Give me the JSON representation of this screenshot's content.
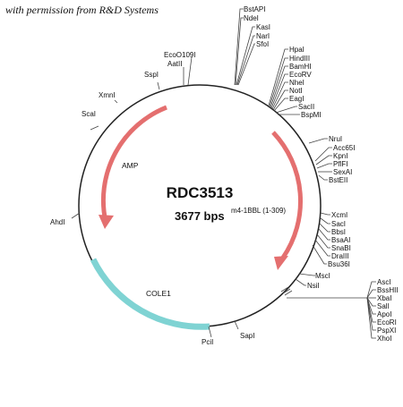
{
  "credit": "with permission from R&D Systems",
  "plasmid": {
    "name": "RDC3513",
    "size": "3677 bps",
    "insert": "m4-1BBL (1-309)"
  },
  "features": {
    "amp": "AMP",
    "cole1": "COLE1"
  },
  "colors": {
    "ring": "#222222",
    "amp_arrow": "#e46f6f",
    "insert_arrow": "#e46f6f",
    "cole1": "#7fd3d3",
    "lines": "#444444"
  },
  "sites": {
    "bstapi": "BstAPI",
    "ndei": "NdeI",
    "kasi": "KasI",
    "nari": "NarI",
    "sfoi": "SfoI",
    "hpai": "HpaI",
    "hindiii": "HindIII",
    "bamhi": "BamHI",
    "ecorv": "EcoRV",
    "nhei": "NheI",
    "noti": "NotI",
    "eagi": "EagI",
    "sacii": "SacII",
    "bspmi": "BspMI",
    "nrui": "NruI",
    "acc65i": "Acc65I",
    "kpni": "KpnI",
    "pflfi": "PflFI",
    "sexai": "SexAI",
    "bsteii": "BstEII",
    "xcmi": "XcmI",
    "saci": "SacI",
    "bbsi": "BbsI",
    "bsaai": "BsaAI",
    "snabi": "SnaBI",
    "draiii": "DraIII",
    "bsu36i": "Bsu36I",
    "msci": "MscI",
    "nsii": "NsiI",
    "asci": "AscI",
    "bsshii": "BssHII",
    "xbai": "XbaI",
    "sali": "SalI",
    "apoi": "ApoI",
    "ecori": "EcoRI",
    "pspxi": "PspXI",
    "xhoi": "XhoI",
    "sapi": "SapI",
    "pcii": "PciI",
    "ahdi": "AhdI",
    "scai": "ScaI",
    "xmni": "XmnI",
    "sspi": "SspI",
    "aati": "AatII",
    "ecoo109i": "EcoO109I"
  }
}
